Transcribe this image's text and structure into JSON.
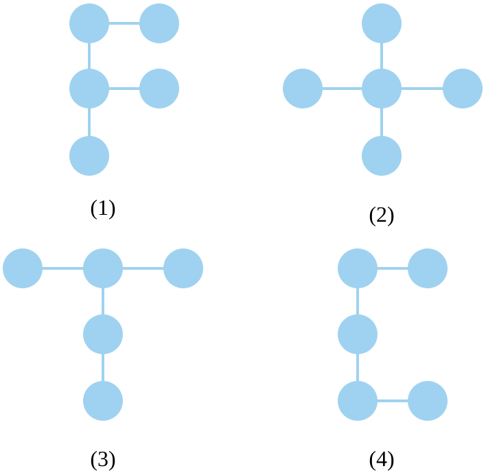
{
  "colors": {
    "node_fill": "#9fd2f0",
    "edge_stroke": "#9fd2f0",
    "label_text": "#000000"
  },
  "figures": [
    {
      "id": "figure-1",
      "label": "(1)",
      "shape": "F"
    },
    {
      "id": "figure-2",
      "label": "(2)",
      "shape": "plus"
    },
    {
      "id": "figure-3",
      "label": "(3)",
      "shape": "T"
    },
    {
      "id": "figure-4",
      "label": "(4)",
      "shape": "C"
    }
  ]
}
